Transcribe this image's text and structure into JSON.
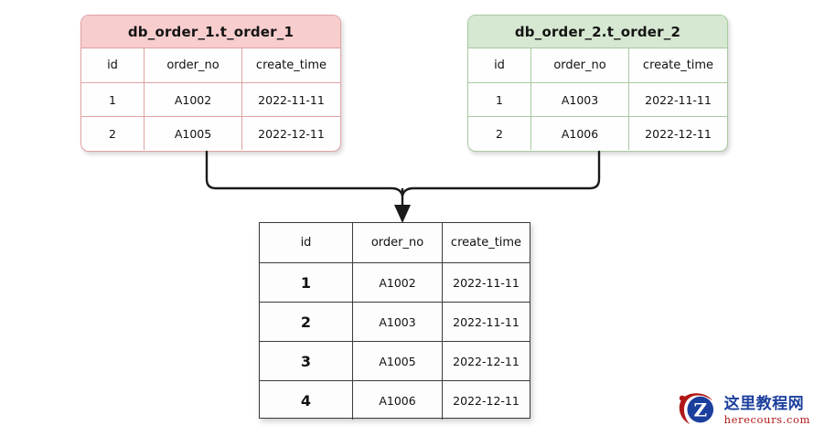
{
  "diagram": {
    "background_color": "#ffffff",
    "columns": [
      "id",
      "order_no",
      "create_time"
    ],
    "source_tables": [
      {
        "name": "table-left",
        "title": "db_order_1.t_order_1",
        "header_color": "#f7cdcd",
        "border_color": "#dfa3a3",
        "headers": [
          "id",
          "order_no",
          "create_time"
        ],
        "rows": [
          [
            "1",
            "A1002",
            "2022-11-11"
          ],
          [
            "2",
            "A1005",
            "2022-12-11"
          ]
        ]
      },
      {
        "name": "table-right",
        "title": "db_order_2.t_order_2",
        "header_color": "#d6e8d1",
        "border_color": "#a9c9a2",
        "headers": [
          "id",
          "order_no",
          "create_time"
        ],
        "rows": [
          [
            "1",
            "A1003",
            "2022-11-11"
          ],
          [
            "2",
            "A1006",
            "2022-12-11"
          ]
        ]
      }
    ],
    "merged_table": {
      "name": "table-merged",
      "border_color": "#3a3a3a",
      "headers": [
        "id",
        "order_no",
        "create_time"
      ],
      "rows": [
        [
          "1",
          "A1002",
          "2022-11-11"
        ],
        [
          "2",
          "A1003",
          "2022-11-11"
        ],
        [
          "3",
          "A1005",
          "2022-12-11"
        ],
        [
          "4",
          "A1006",
          "2022-12-11"
        ]
      ]
    },
    "connector": {
      "type": "merge-arrow",
      "color": "#1a1a1a",
      "description": "two branches merging downward into one arrow"
    }
  },
  "watermark": {
    "logo_name": "herecours-z-logo",
    "logo_circle_color": "#1b3f9c",
    "logo_swoosh_color": "#b01818",
    "logo_letter": "Z",
    "site_name_cn": "这里教程网",
    "site_name_en": "herecours.com"
  }
}
